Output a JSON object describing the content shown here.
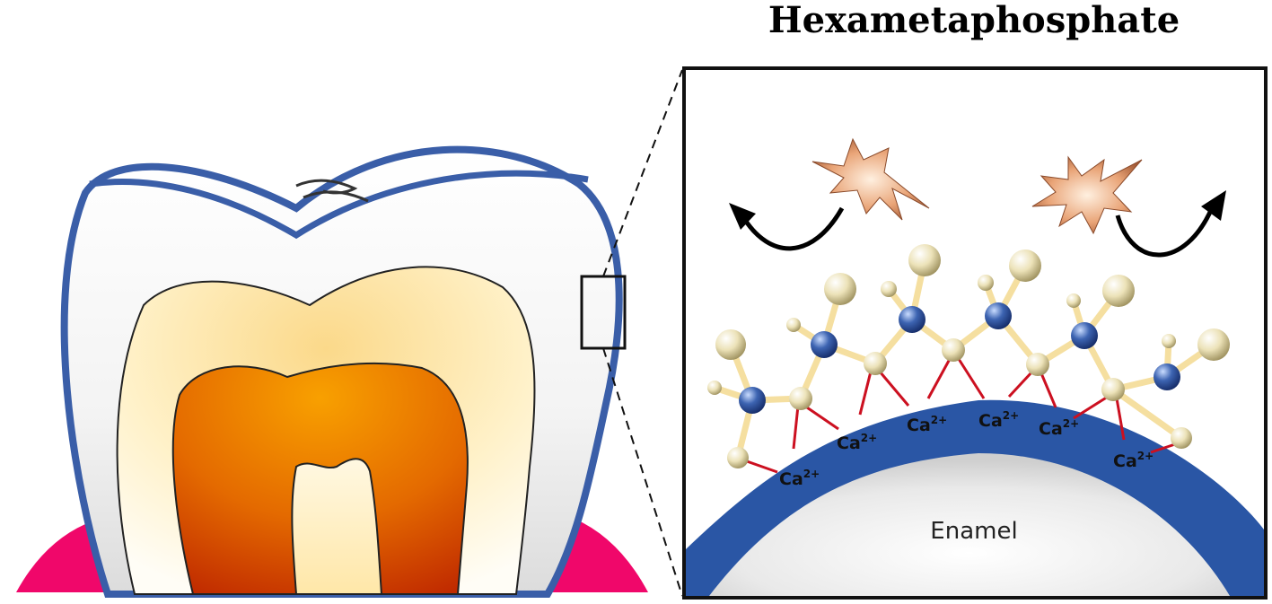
{
  "title": "Hexametaphosphate",
  "enamel_label": "Enamel",
  "ion_label": {
    "base": "Ca",
    "superscript": "2+"
  },
  "colors": {
    "enamel_blue": "#2a56a5",
    "tooth_outline": "#3a5ea8",
    "gum_pink": "#f0076a",
    "bond_red": "#cc1020",
    "pulp_dark": "#c83a00",
    "dentin_light": "#fff3d0"
  }
}
